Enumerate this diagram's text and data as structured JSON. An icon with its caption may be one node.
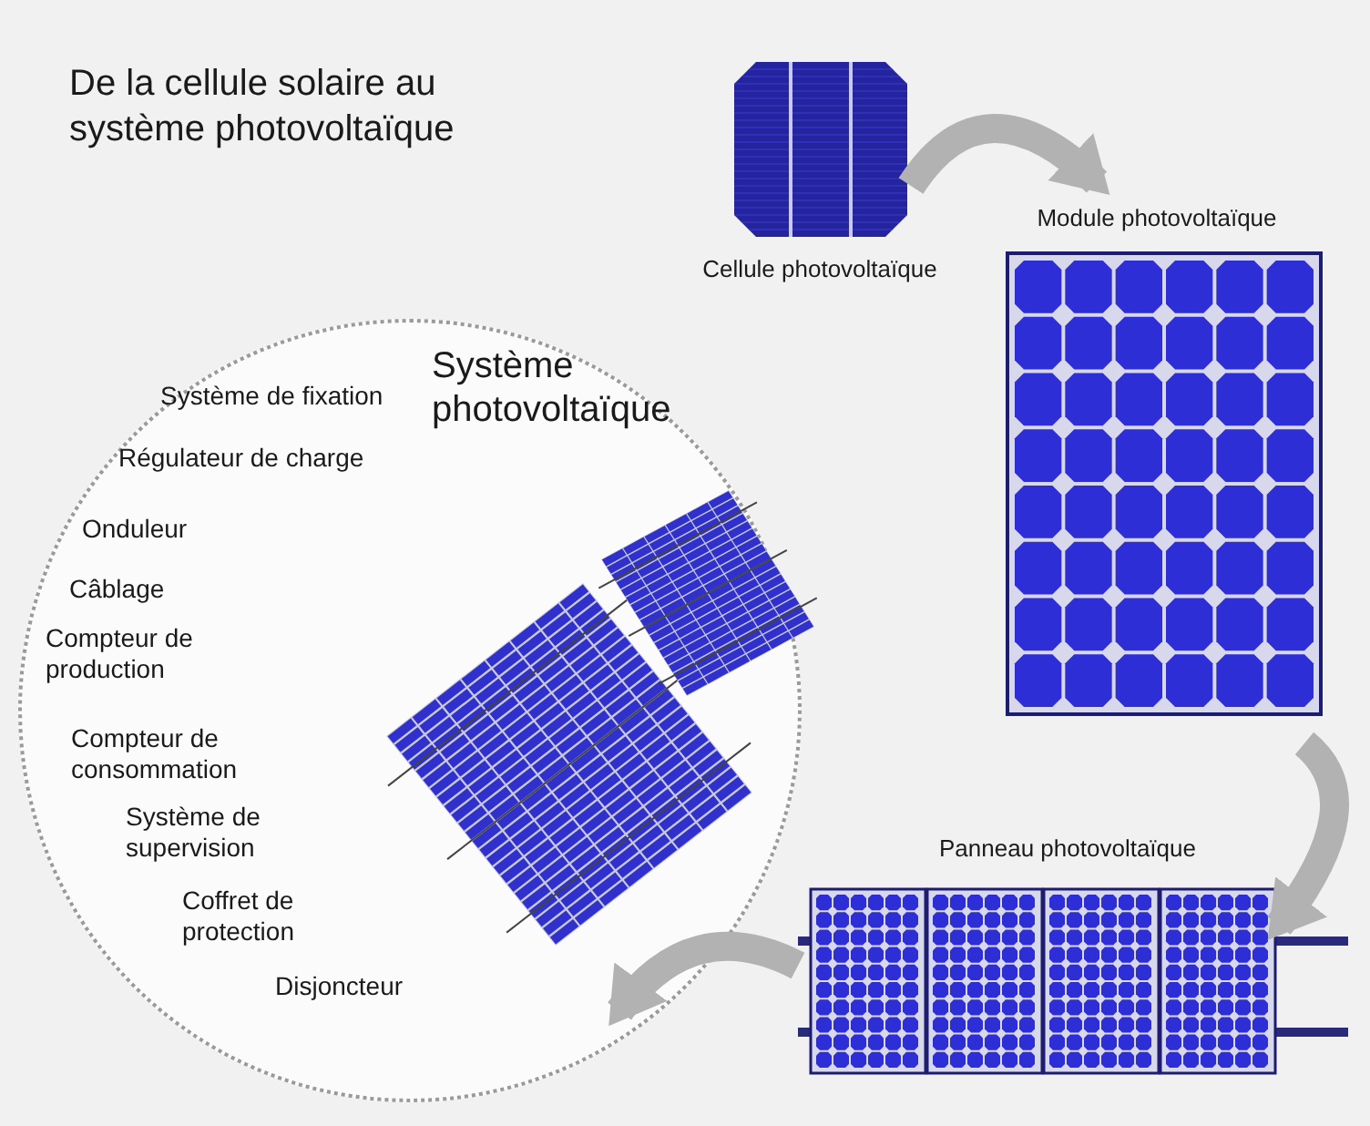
{
  "diagram": {
    "title": "De la cellule solaire au système photovoltaïque",
    "nodes": [
      {
        "text": [
          "Cellule photovoltaïque"
        ]
      },
      {
        "text": [
          "Module photovoltaïque"
        ]
      },
      {
        "text": [
          "Panneau photovoltaïque"
        ]
      },
      {
        "text": [
          "Système photovoltaïque",
          "Système de fixation",
          "Régulateur de charge",
          "Onduleur",
          "Câblage",
          "Compteur de production",
          "Compteur de consommation",
          "Système de supervision",
          "Coffret de protection",
          "Disjoncteur"
        ]
      }
    ],
    "edges": [
      {
        "from": 0,
        "to": 1,
        "arrow": "to"
      },
      {
        "from": 1,
        "to": 2,
        "arrow": "to"
      },
      {
        "from": 2,
        "to": 3,
        "arrow": "to"
      }
    ]
  }
}
